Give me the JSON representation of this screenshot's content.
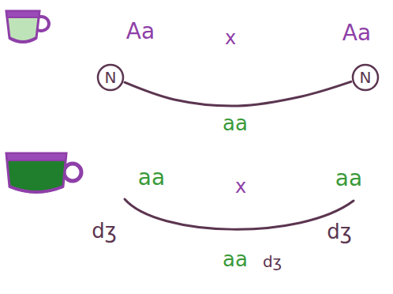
{
  "diagram": {
    "nodes": [
      {
        "text": [
          "N"
        ]
      },
      {
        "text": [
          "N"
        ]
      }
    ],
    "edges": [
      {
        "from": 0,
        "to": 1,
        "arrow": "none"
      }
    ],
    "labels": [
      "Aa",
      "x",
      "Aa",
      "aa",
      "aa",
      "x",
      "aa",
      "dʒ",
      "dʒ",
      "aa",
      "dʒ"
    ]
  }
}
